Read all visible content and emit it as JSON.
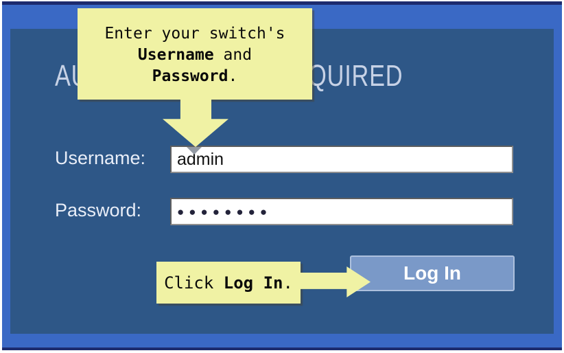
{
  "colors": {
    "frame_blue": "#3a69c5",
    "frame_border_navy": "#1c2b6e",
    "panel_blue": "#2e5787",
    "callout_yellow": "#f0f2a4",
    "button_blue": "#7a99c8",
    "button_border": "#adc1de",
    "heading_text": "#c7d2e6",
    "label_text": "#e9eef8"
  },
  "login": {
    "heading": "AUTHENTICATION REQUIRED",
    "username_label": "Username:",
    "username_value": "admin",
    "password_label": "Password:",
    "password_masked_value": "●●●●●●●●",
    "login_button_label": "Log In"
  },
  "annotations": {
    "callout_top": {
      "line1": "Enter your switch's",
      "line2_bold": "Username",
      "line2_rest": " and",
      "line3_bold": "Password",
      "line3_rest": "."
    },
    "callout_bottom": {
      "prefix": "Click ",
      "bold": "Log In",
      "suffix": "."
    }
  }
}
